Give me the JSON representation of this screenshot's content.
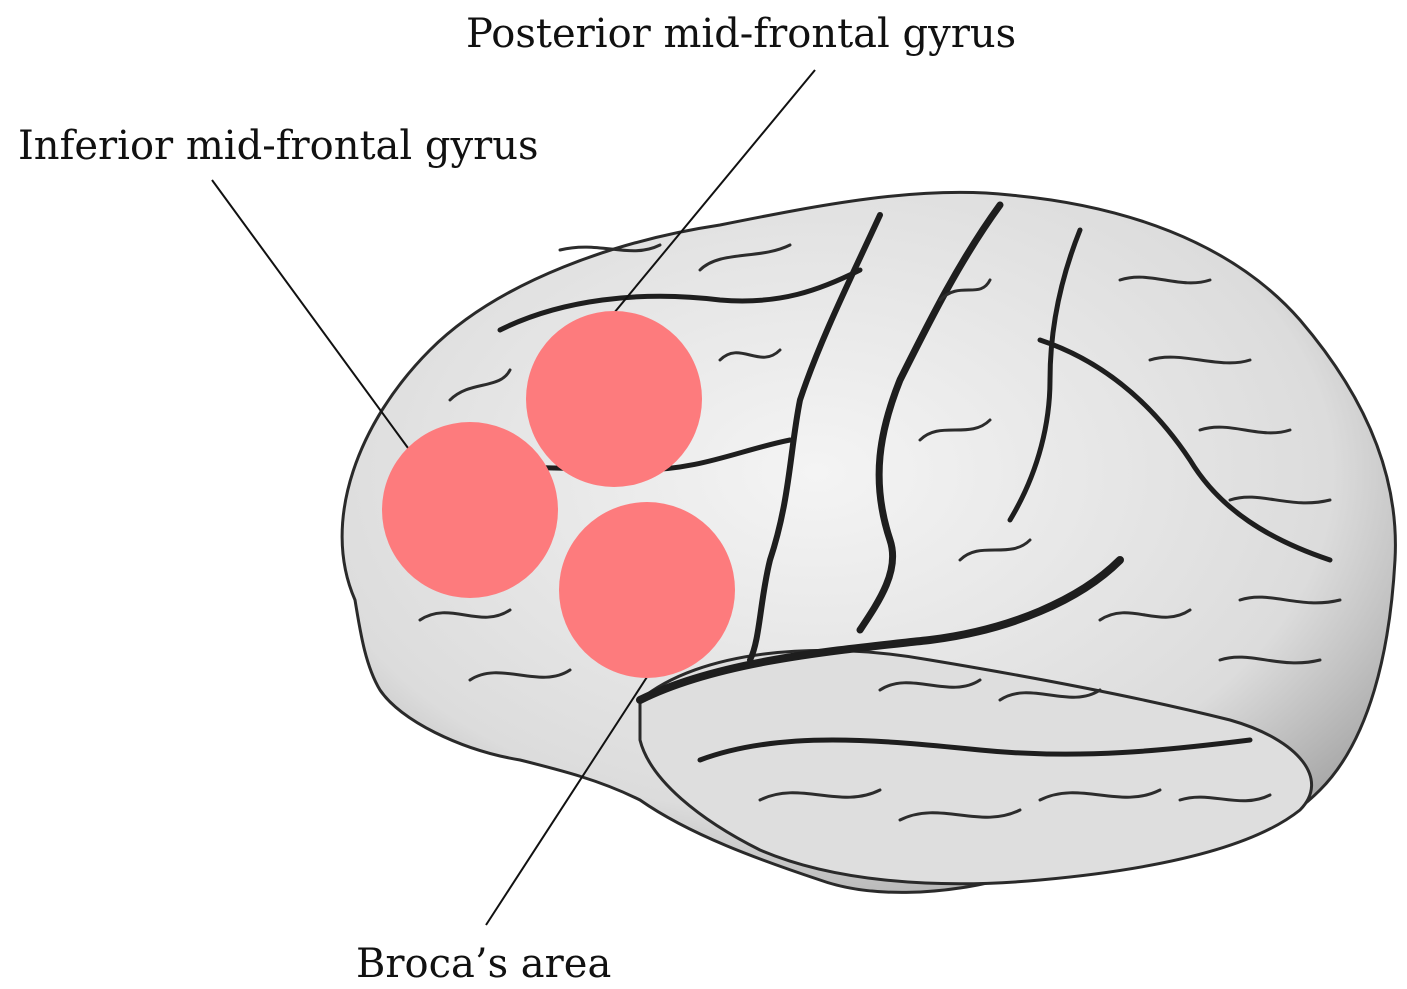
{
  "labels": {
    "posterior": "Posterior mid-frontal gyrus",
    "inferior": "Inferior mid-frontal gyrus",
    "broca": "Broca’s area"
  },
  "colors": {
    "marker": "#fd7b7d",
    "leader_line": "#111111",
    "brain_fill": "#e9e9e9",
    "brain_shadow": "#8a8a8a",
    "sulcus": "#1e1e1e"
  },
  "image": {
    "subject": "lateral-view-brain-photograph"
  }
}
